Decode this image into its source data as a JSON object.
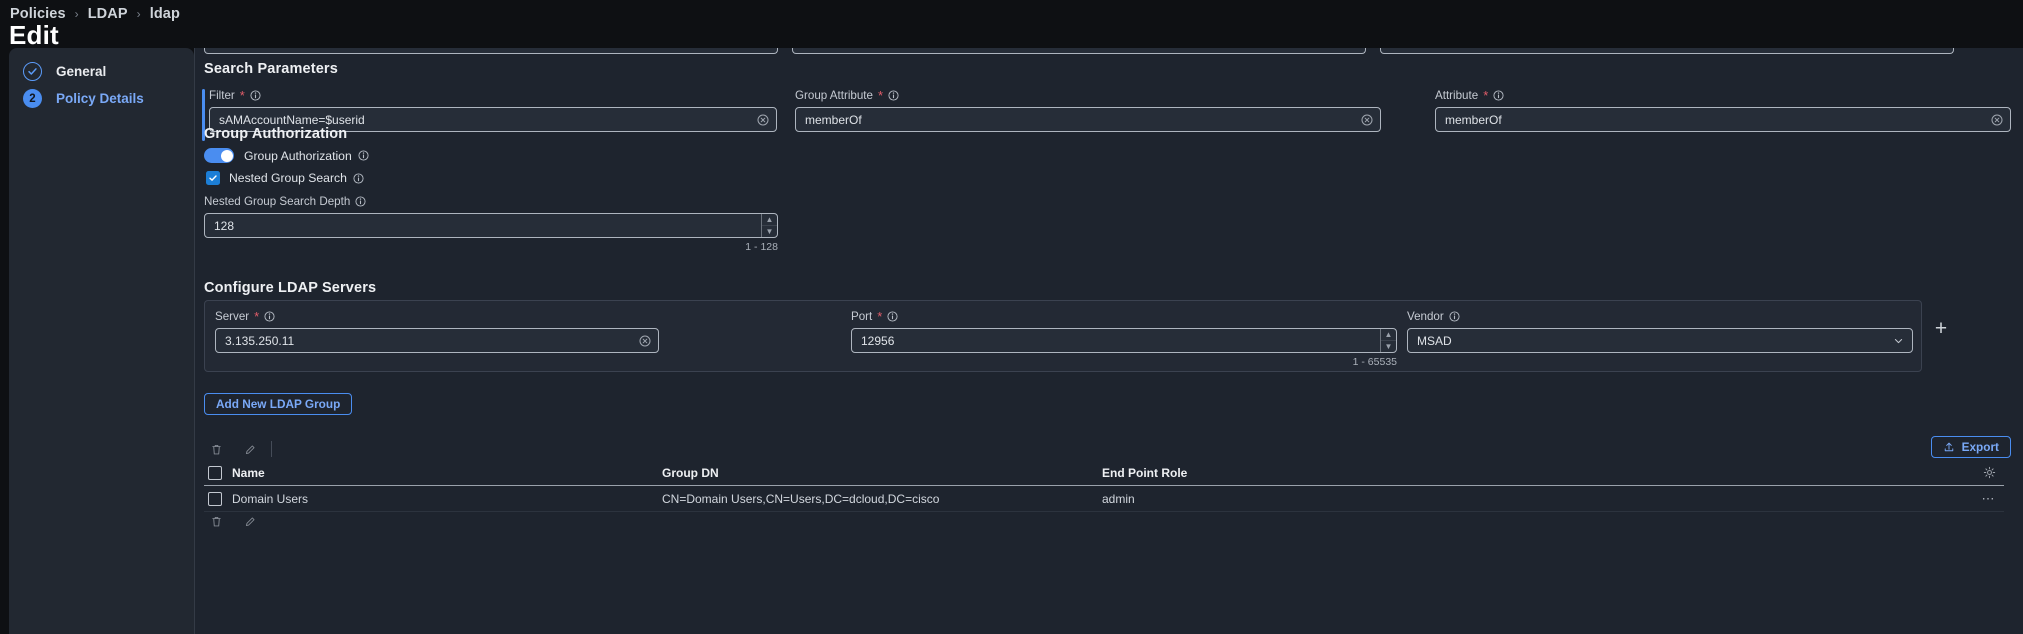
{
  "breadcrumb": {
    "items": [
      {
        "label": "Policies"
      },
      {
        "label": "LDAP"
      },
      {
        "label": "ldap"
      }
    ],
    "separator": "›"
  },
  "header": {
    "title": "Edit"
  },
  "wizard": {
    "steps": [
      {
        "label": "General",
        "state": "complete",
        "badge": "✓"
      },
      {
        "label": "Policy Details",
        "state": "active",
        "badge": "2"
      }
    ]
  },
  "search_parameters": {
    "title": "Search Parameters",
    "fields": [
      {
        "label": "Filter",
        "required": true,
        "value": "sAMAccountName=$userid"
      },
      {
        "label": "Group Attribute",
        "required": true,
        "value": "memberOf"
      },
      {
        "label": "Attribute",
        "required": true,
        "value": "memberOf"
      }
    ]
  },
  "group_authorization": {
    "title": "Group Authorization",
    "toggle": {
      "label": "Group Authorization",
      "on": true
    },
    "checkbox": {
      "label": "Nested Group Search",
      "checked": true
    },
    "depth": {
      "label": "Nested Group Search Depth",
      "value": "128",
      "hint": "1 - 128"
    }
  },
  "configure_ldap_servers": {
    "title": "Configure LDAP Servers",
    "server": {
      "label": "Server",
      "required": true,
      "value": "3.135.250.11"
    },
    "port": {
      "label": "Port",
      "required": true,
      "value": "12956",
      "hint": "1 - 65535"
    },
    "vendor": {
      "label": "Vendor",
      "required": false,
      "value": "MSAD"
    },
    "add_row_symbol": "+"
  },
  "actions": {
    "add_group_label": "Add New LDAP Group",
    "export_label": "Export"
  },
  "table": {
    "columns": [
      "Name",
      "Group DN",
      "End Point Role"
    ],
    "rows": [
      {
        "selected": false,
        "name": "Domain Users",
        "group_dn": "CN=Domain Users,CN=Users,DC=dcloud,DC=cisco",
        "end_point_role": "admin",
        "menu": "⋯"
      }
    ]
  },
  "colors": {
    "accent": "#4a8df0",
    "link": "#7aa9f7",
    "required": "#e35d6a",
    "page_bg": "#0e1013",
    "panel_bg": "#222831",
    "main_bg": "#1e242e",
    "input_bg": "#262d38"
  }
}
